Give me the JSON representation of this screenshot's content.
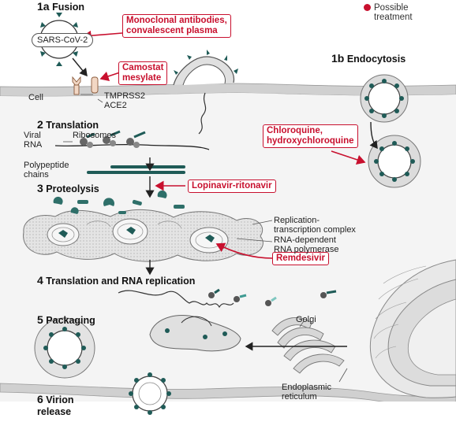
{
  "legend": {
    "label_line1": "Possible",
    "label_line2": "treatment",
    "color": "#c8102e"
  },
  "steps": {
    "s1a_num": "1a",
    "s1a_text": "Fusion",
    "s1b_num": "1b",
    "s1b_text": "Endocytosis",
    "s2_num": "2",
    "s2_text": "Translation",
    "s3_num": "3",
    "s3_text": "Proteolysis",
    "s4_num": "4",
    "s4_text": "Translation and RNA replication",
    "s5_num": "5",
    "s5_text": "Packaging",
    "s6_num": "6",
    "s6_text_line1": "Virion",
    "s6_text_line2": "release"
  },
  "treatments": {
    "antibodies_line1": "Monoclonal antibodies,",
    "antibodies_line2": "convalescent plasma",
    "camostat_line1": "Camostat",
    "camostat_line2": "mesylate",
    "chloroquine_line1": "Chloroquine,",
    "chloroquine_line2": "hydroxychloroquine",
    "lopinavir": "Lopinavir-ritonavir",
    "remdesivir": "Remdesivir"
  },
  "labels": {
    "virus": "SARS-CoV-2",
    "cell": "Cell",
    "tmprss2": "TMPRSS2",
    "ace2": "ACE2",
    "viral_rna_line1": "Viral",
    "viral_rna_line2": "RNA",
    "ribosomes": "Ribosomes",
    "polypeptide_line1": "Polypeptide",
    "polypeptide_line2": "chains",
    "rtc_line1": "Replication-",
    "rtc_line2": "transcription complex",
    "rdrp_line1": "RNA-dependent",
    "rdrp_line2": "RNA polymerase",
    "golgi": "Golgi",
    "er_line1": "Endoplasmic",
    "er_line2": "reticulum"
  },
  "colors": {
    "accent_red": "#c8102e",
    "spike_teal": "#1f5b57",
    "protein_teal": "#2e8c84",
    "membrane_gray": "#c9c9c9",
    "cell_fill": "#ececec"
  }
}
